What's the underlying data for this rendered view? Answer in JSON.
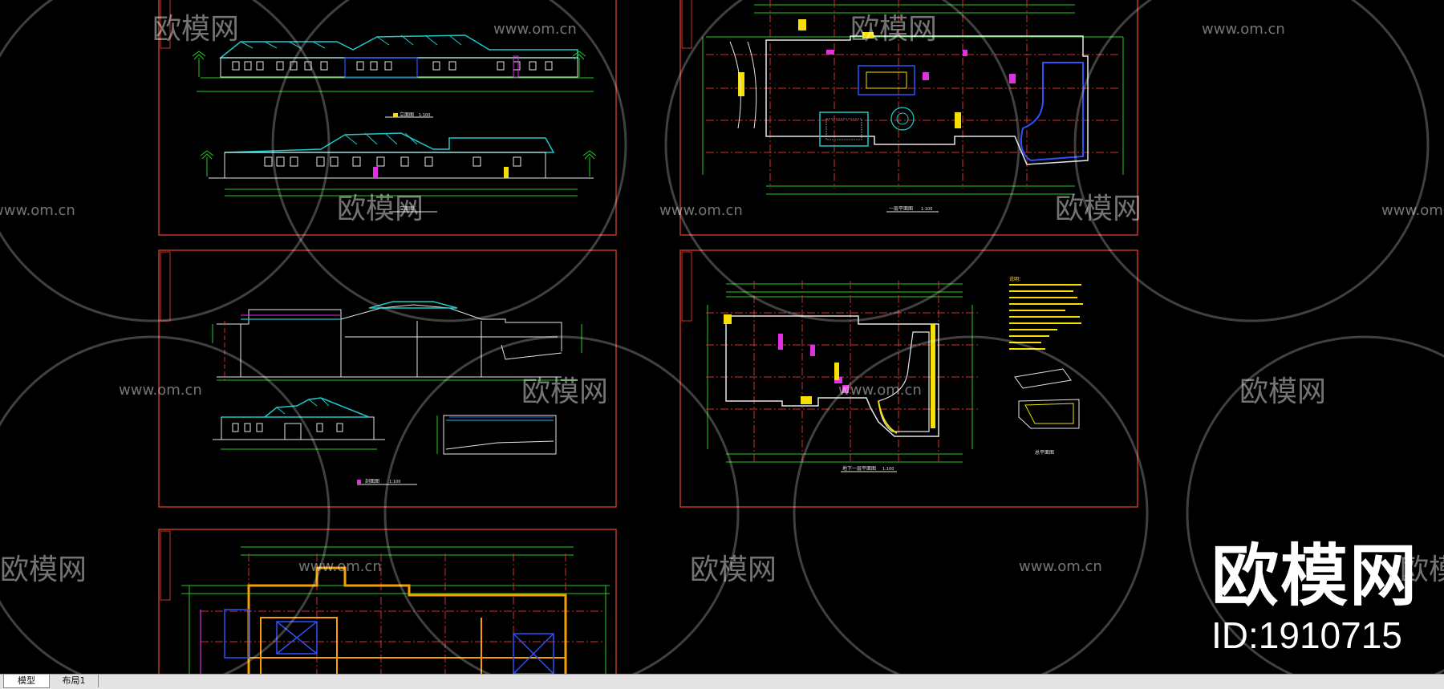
{
  "tabs": [
    {
      "label": "模型",
      "active": true
    },
    {
      "label": "布局1",
      "active": false
    }
  ],
  "watermark": {
    "url_text": "www.om.cn",
    "logo_text": "欧模网",
    "brand_name": "欧模网",
    "brand_id": "ID:1910715"
  },
  "sheets": {
    "elevations": {
      "title_1": "立面图",
      "title_2": "立面图",
      "scale": "1:100"
    },
    "first_floor_plan": {
      "title": "一层平面图",
      "scale": "1:100"
    },
    "sections": {
      "title": "剖面图",
      "scale": "1:100"
    },
    "basement_plan": {
      "title": "地下一层平面图",
      "scale": "1:100",
      "notes_title": "说明：",
      "site_plan_title": "总平面图"
    },
    "roof_plan": {
      "title": ""
    }
  },
  "colors": {
    "background": "#000000",
    "frame": "#c0392b",
    "wall": "#e6e6e6",
    "roof": "#1ec8c8",
    "axis": "#d03030",
    "dimension": "#22cc22",
    "accent_yellow": "#f5e000",
    "accent_magenta": "#e030e0",
    "accent_blue": "#3050ff",
    "watermark": "#ffffff"
  }
}
